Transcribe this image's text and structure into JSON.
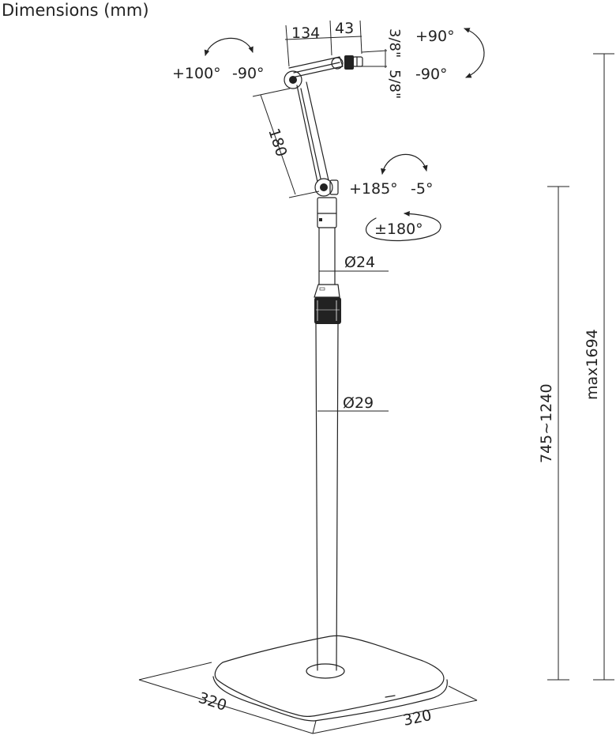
{
  "title": "Dimensions (mm)",
  "labels": {
    "width_134": "134",
    "width_43": "43",
    "thread_3_8": "3/8\"",
    "thread_5_8": "5/8\"",
    "top_tilt_up": "+90°",
    "top_tilt_down": "-90°",
    "arm_rot_pos": "+100°",
    "arm_rot_neg": "-90°",
    "arm_length": "180",
    "elbow_pos": "+185°",
    "elbow_neg": "-5°",
    "rotation": "±180°",
    "dia_upper": "Ø24",
    "dia_lower": "Ø29",
    "height_range": "745~1240",
    "height_max": "max1694",
    "base_left": "320",
    "base_right": "320"
  },
  "colors": {
    "line": "#222222",
    "background": "#ffffff"
  }
}
